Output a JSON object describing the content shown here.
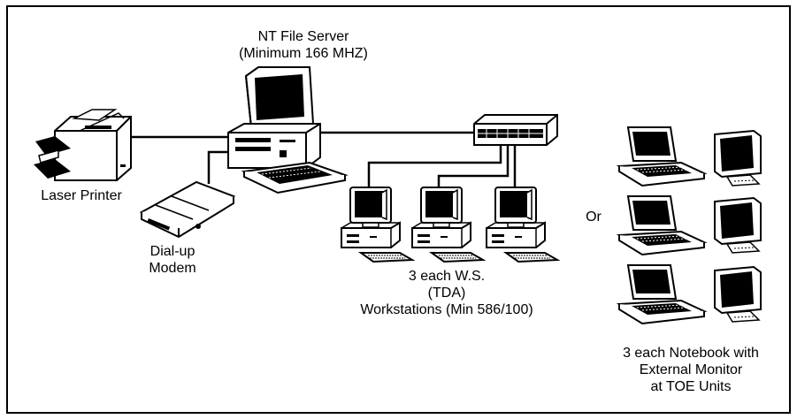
{
  "diagram": {
    "server_label": {
      "line1": "NT File Server",
      "line2": "(Minimum 166 MHZ)"
    },
    "printer_label": "Laser Printer",
    "modem_label": {
      "line1": "Dial-up",
      "line2": "Modem"
    },
    "workstations_label": {
      "line1": "3 each W.S.",
      "line2": "(TDA)",
      "line3": "Workstations (Min 586/100)"
    },
    "or_label": "Or",
    "notebooks_label": {
      "line1": "3 each Notebook with",
      "line2": "External Monitor",
      "line3": "at TOE Units"
    }
  }
}
